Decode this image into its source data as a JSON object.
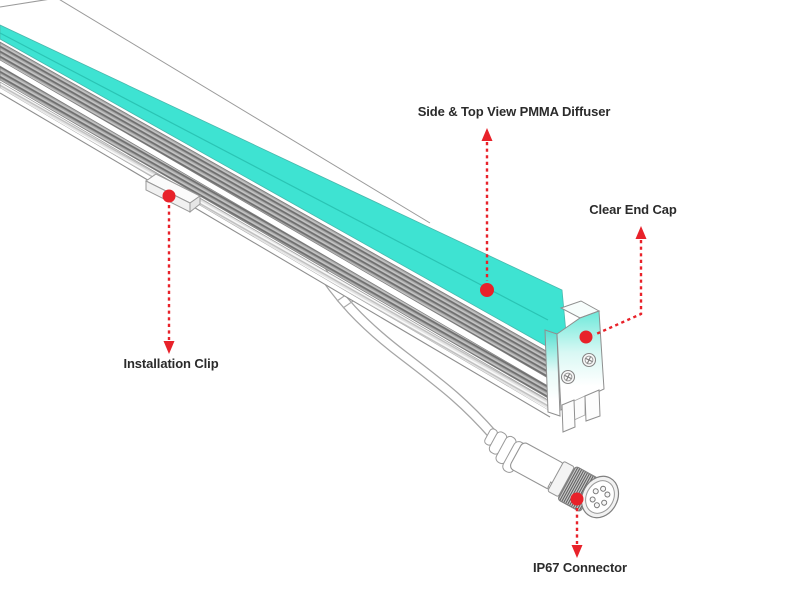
{
  "diagram": {
    "subject": "LED linear light bar exploded callout illustration",
    "callouts": [
      {
        "target": "pmma-diffuser",
        "label": "Side & Top View PMMA Diffuser",
        "marker": "red-dot-dashed-arrow"
      },
      {
        "target": "clear-end-cap",
        "label": "Clear End Cap",
        "marker": "red-dot-dashed-arrow"
      },
      {
        "target": "installation-clip",
        "label": "Installation Clip",
        "marker": "red-dot-dashed-arrow"
      },
      {
        "target": "ip67-connector",
        "label": "IP67 Connector",
        "marker": "red-dot-dashed-arrow"
      }
    ]
  },
  "theme": {
    "background": "#ffffff",
    "diffuser_teal": "#3ee3d2",
    "diffuser_edge": "#2ac4b4",
    "callout_red": "#e8222a",
    "outline_gray": "#8a8a8a",
    "label_text": "#2b2b2b"
  }
}
